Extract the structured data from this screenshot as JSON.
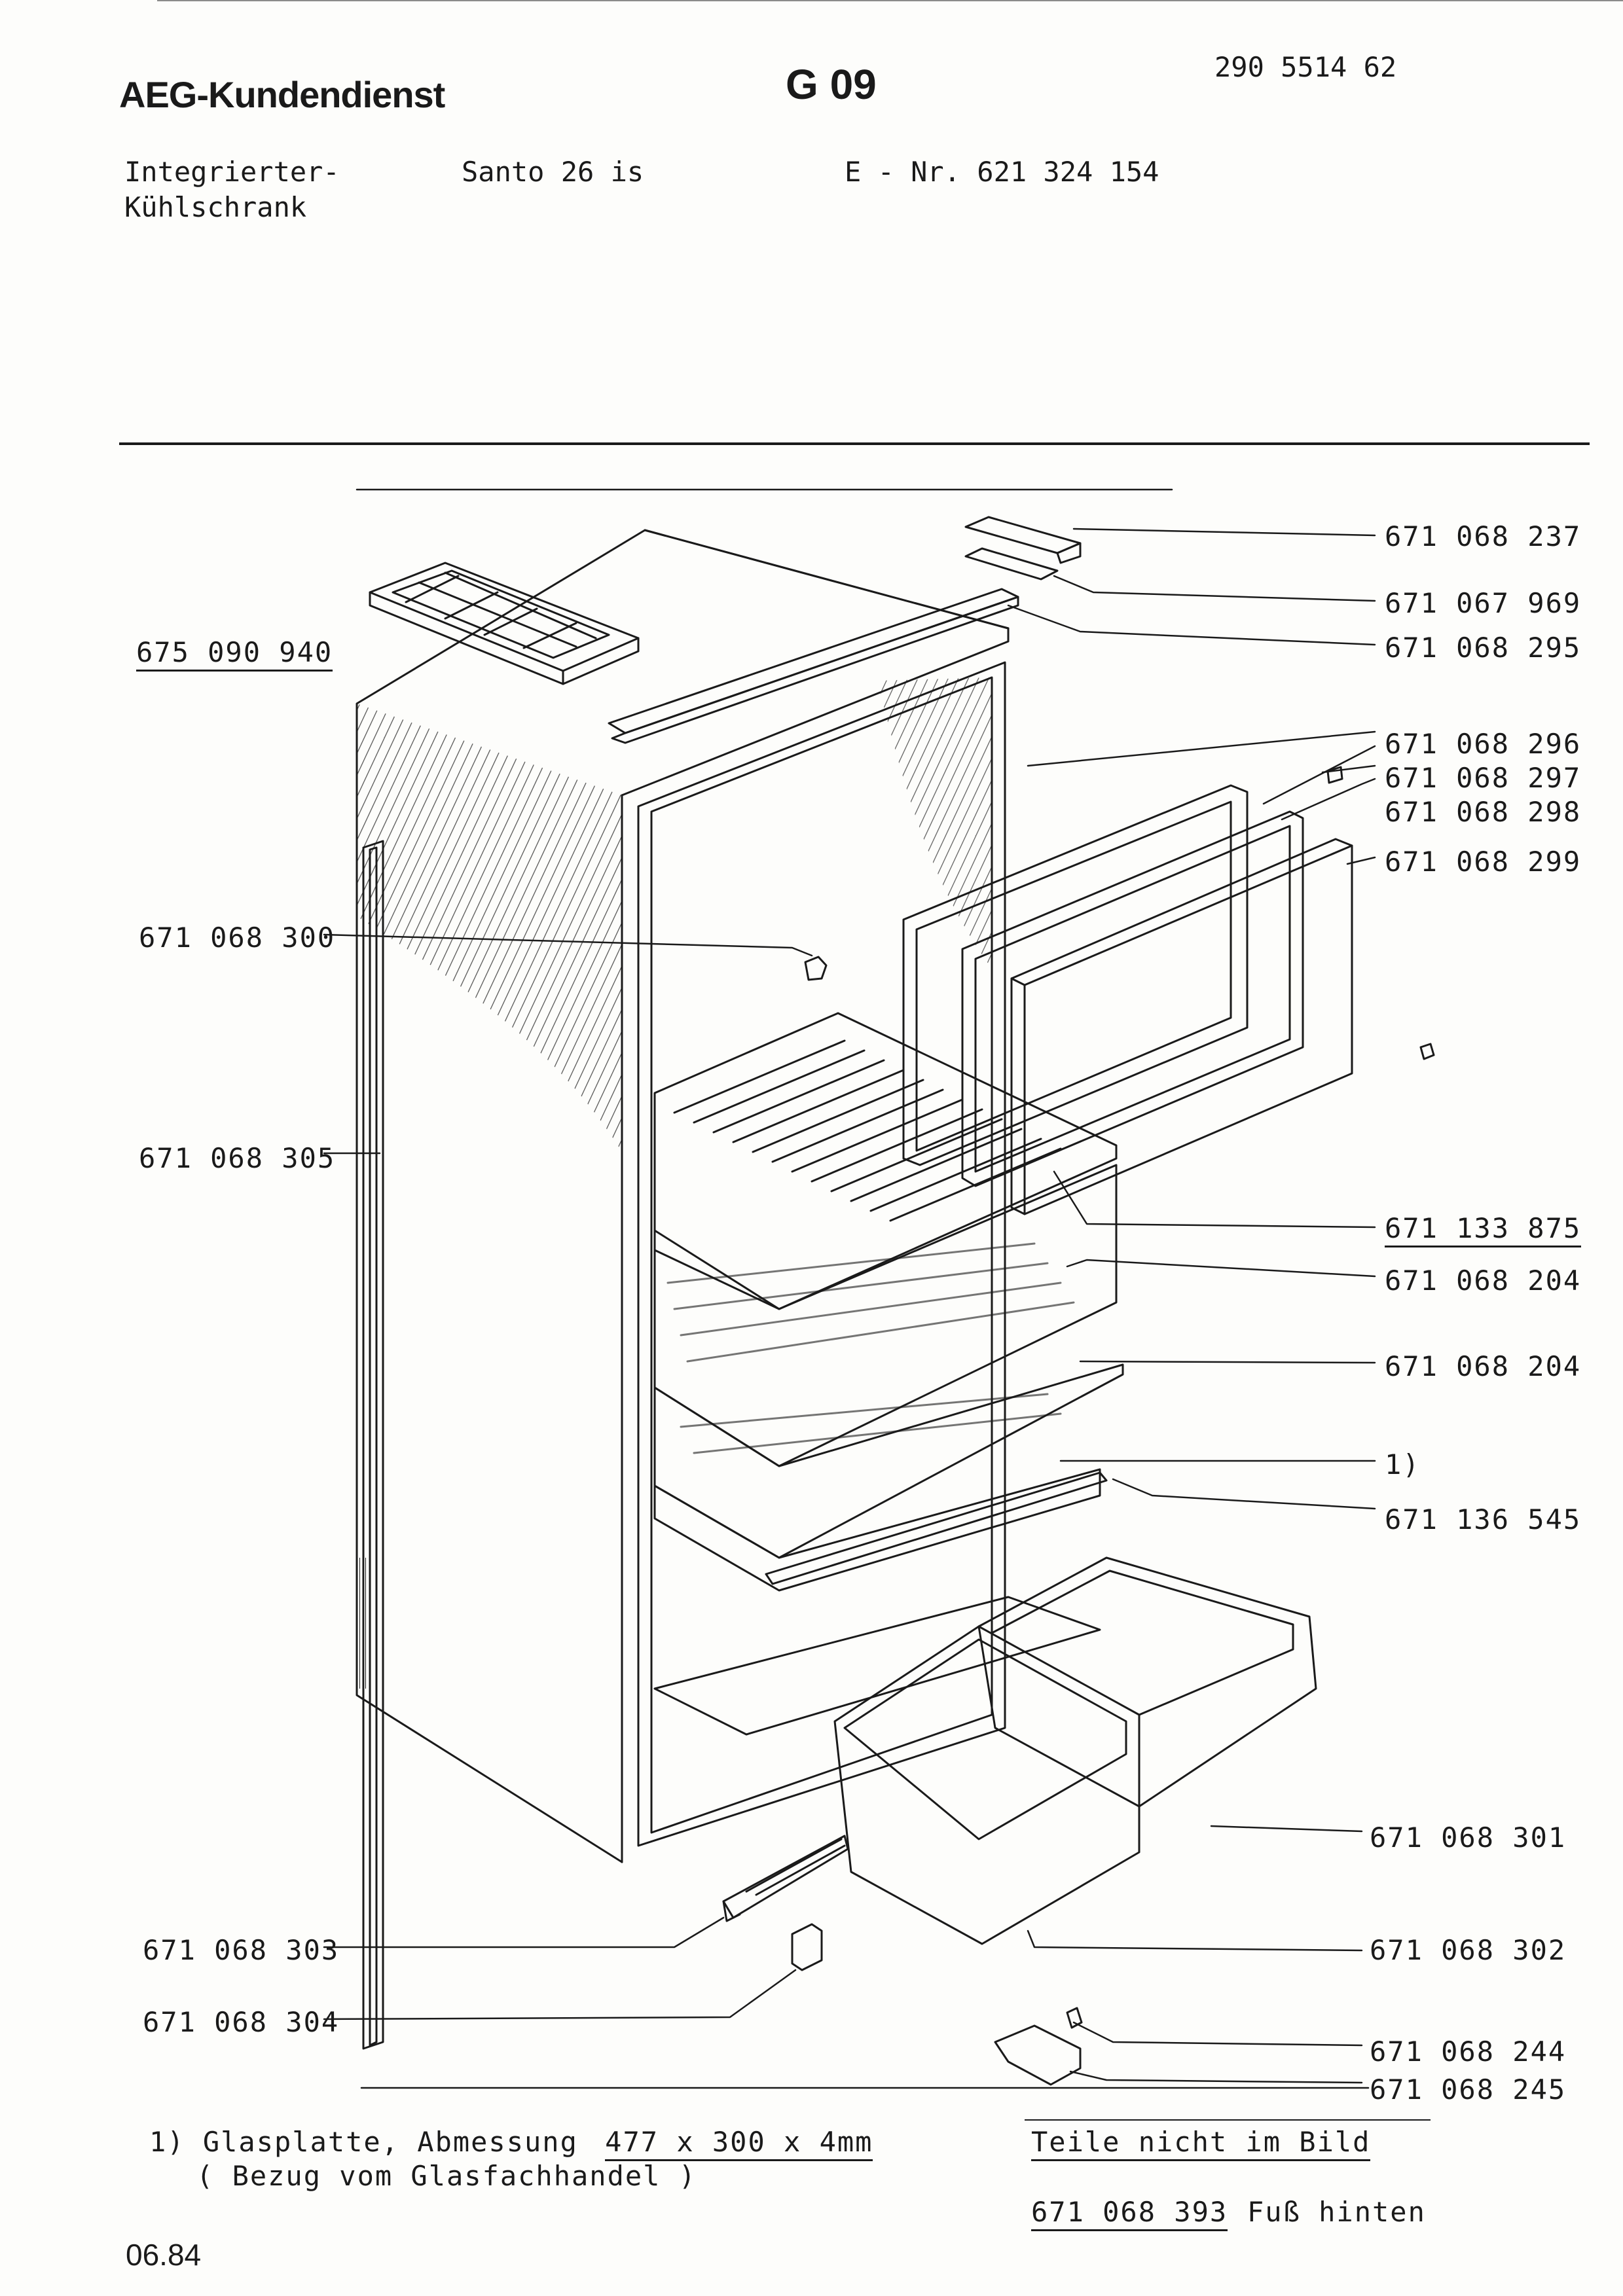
{
  "header": {
    "brand": "AEG-Kundendienst",
    "group_code": "G 09",
    "doc_number": "290 5514 62",
    "product_type_line1": "Integrierter-",
    "product_type_line2": "Kühlschrank",
    "model": "Santo 26 is",
    "e_nr": "E - Nr. 621 324 154"
  },
  "parts": {
    "p237": "671 068 237",
    "p969": "671 067 969",
    "p295": "671 068 295",
    "p296": "671 068 296",
    "p297": "671 068 297",
    "p298": "671 068 298",
    "p299": "671 068 299",
    "p940": "675 090 940",
    "p300": "671 068 300",
    "p305": "671 068 305",
    "p875": "671 133 875",
    "p204a": "671 068 204",
    "p204b": "671 068 204",
    "note_ref": "1)",
    "p545": "671 136 545",
    "p301": "671 068 301",
    "p302": "671 068 302",
    "p303": "671 068 303",
    "p304": "671 068 304",
    "p244": "671 068 244",
    "p245": "671 068 245"
  },
  "footnote": {
    "line1_prefix": "1) Glasplatte, Abmessung",
    "dimensions": "477 x 300 x 4mm",
    "line2": "( Bezug vom Glasfachhandel )"
  },
  "not_shown": {
    "title": "Teile nicht im Bild",
    "part_number": "671 068 393",
    "part_name": "Fuß hinten"
  },
  "date": "06.84"
}
